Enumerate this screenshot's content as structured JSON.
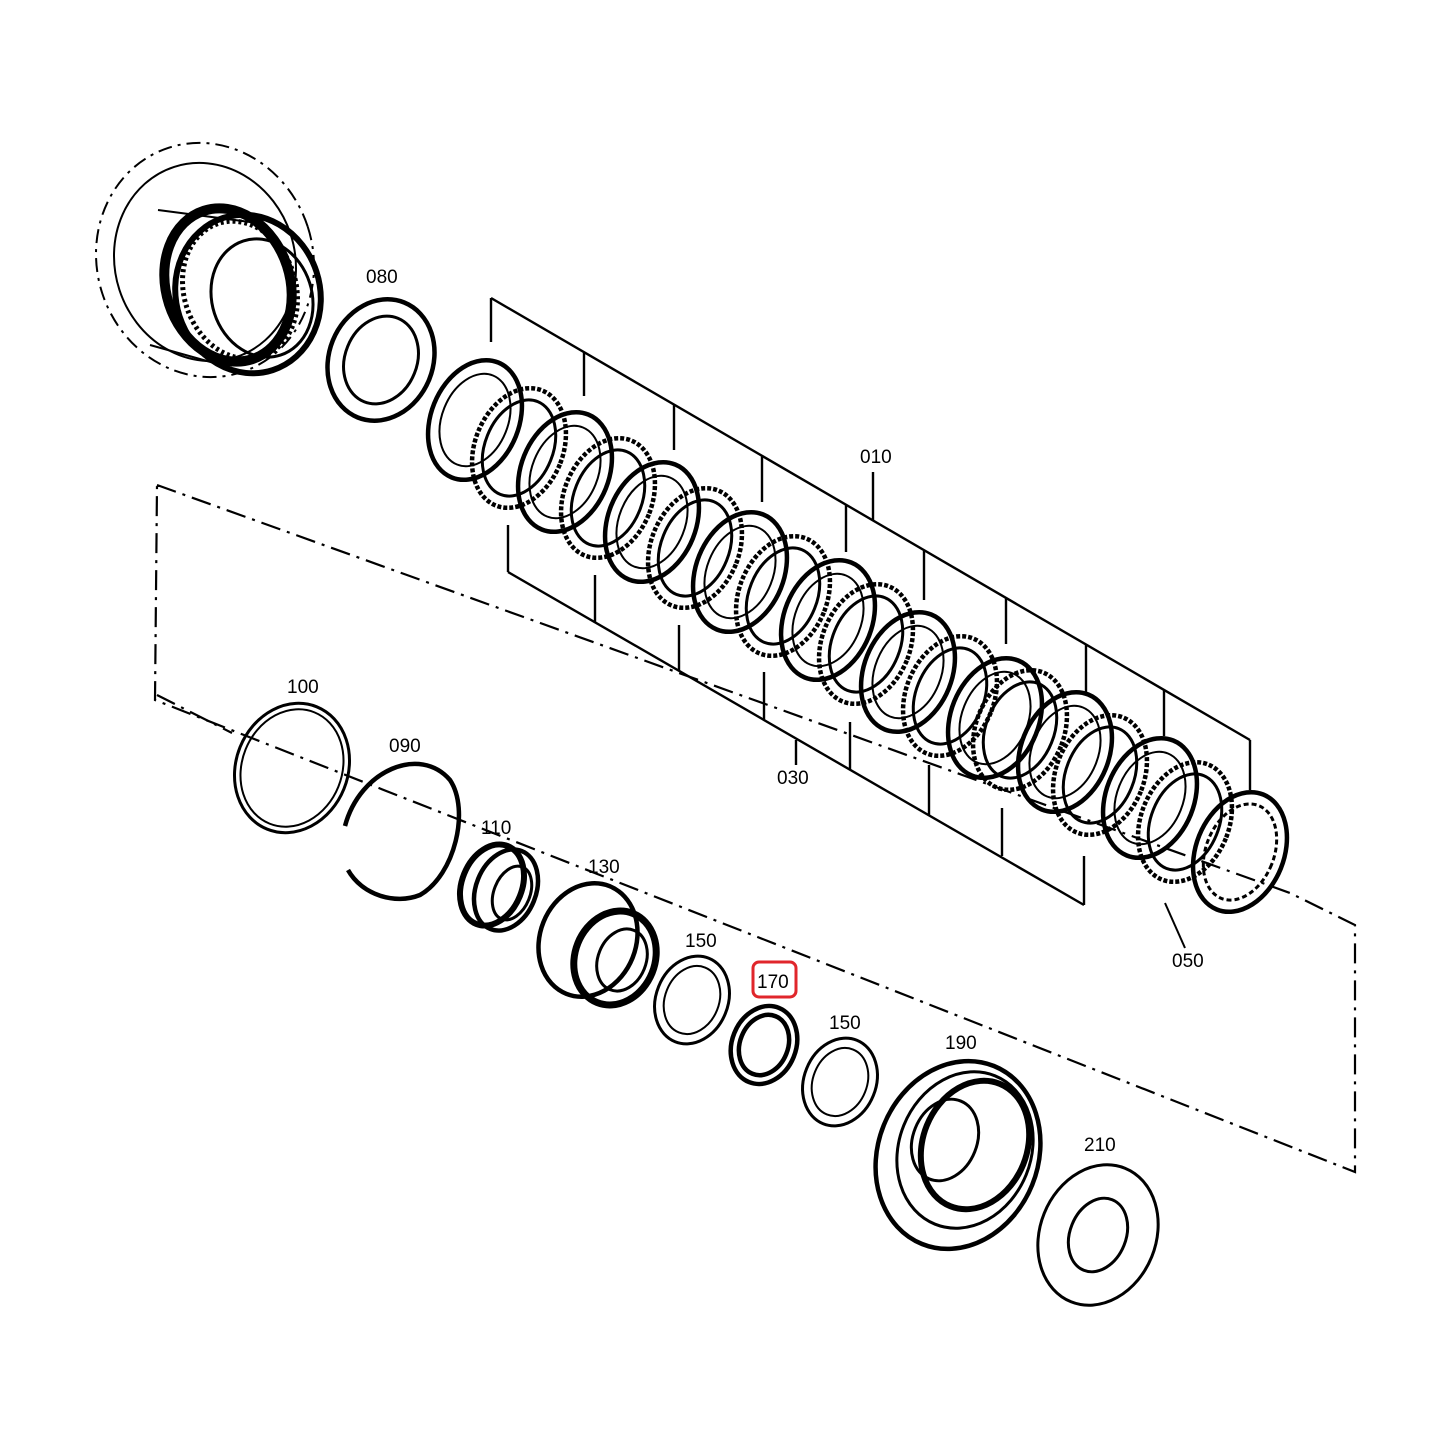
{
  "diagram": {
    "highlight_color": "#e0262b",
    "callouts": {
      "c010": "010",
      "c030": "030",
      "c050": "050",
      "c080": "080",
      "c090": "090",
      "c100": "100",
      "c110": "110",
      "c130": "130",
      "c150a": "150",
      "c150b": "150",
      "c170": "170",
      "c190": "190",
      "c210": "210"
    },
    "highlighted_callout": "170"
  }
}
